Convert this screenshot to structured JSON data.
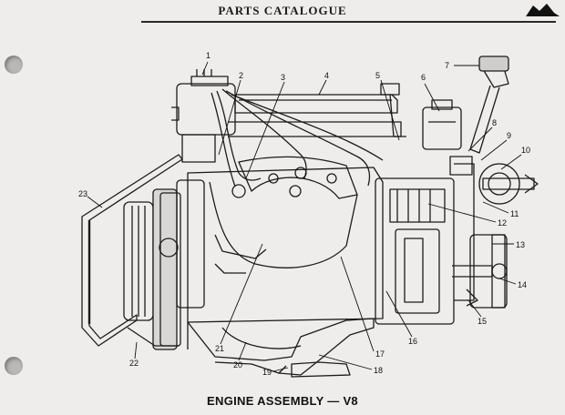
{
  "header": {
    "title": "PARTS CATALOGUE"
  },
  "caption": "ENGINE ASSEMBLY — V8",
  "callouts": [
    "1",
    "2",
    "3",
    "4",
    "5",
    "6",
    "7",
    "8",
    "9",
    "10",
    "11",
    "12",
    "13",
    "14",
    "15",
    "16",
    "17",
    "18",
    "19",
    "20",
    "21",
    "22",
    "23"
  ]
}
